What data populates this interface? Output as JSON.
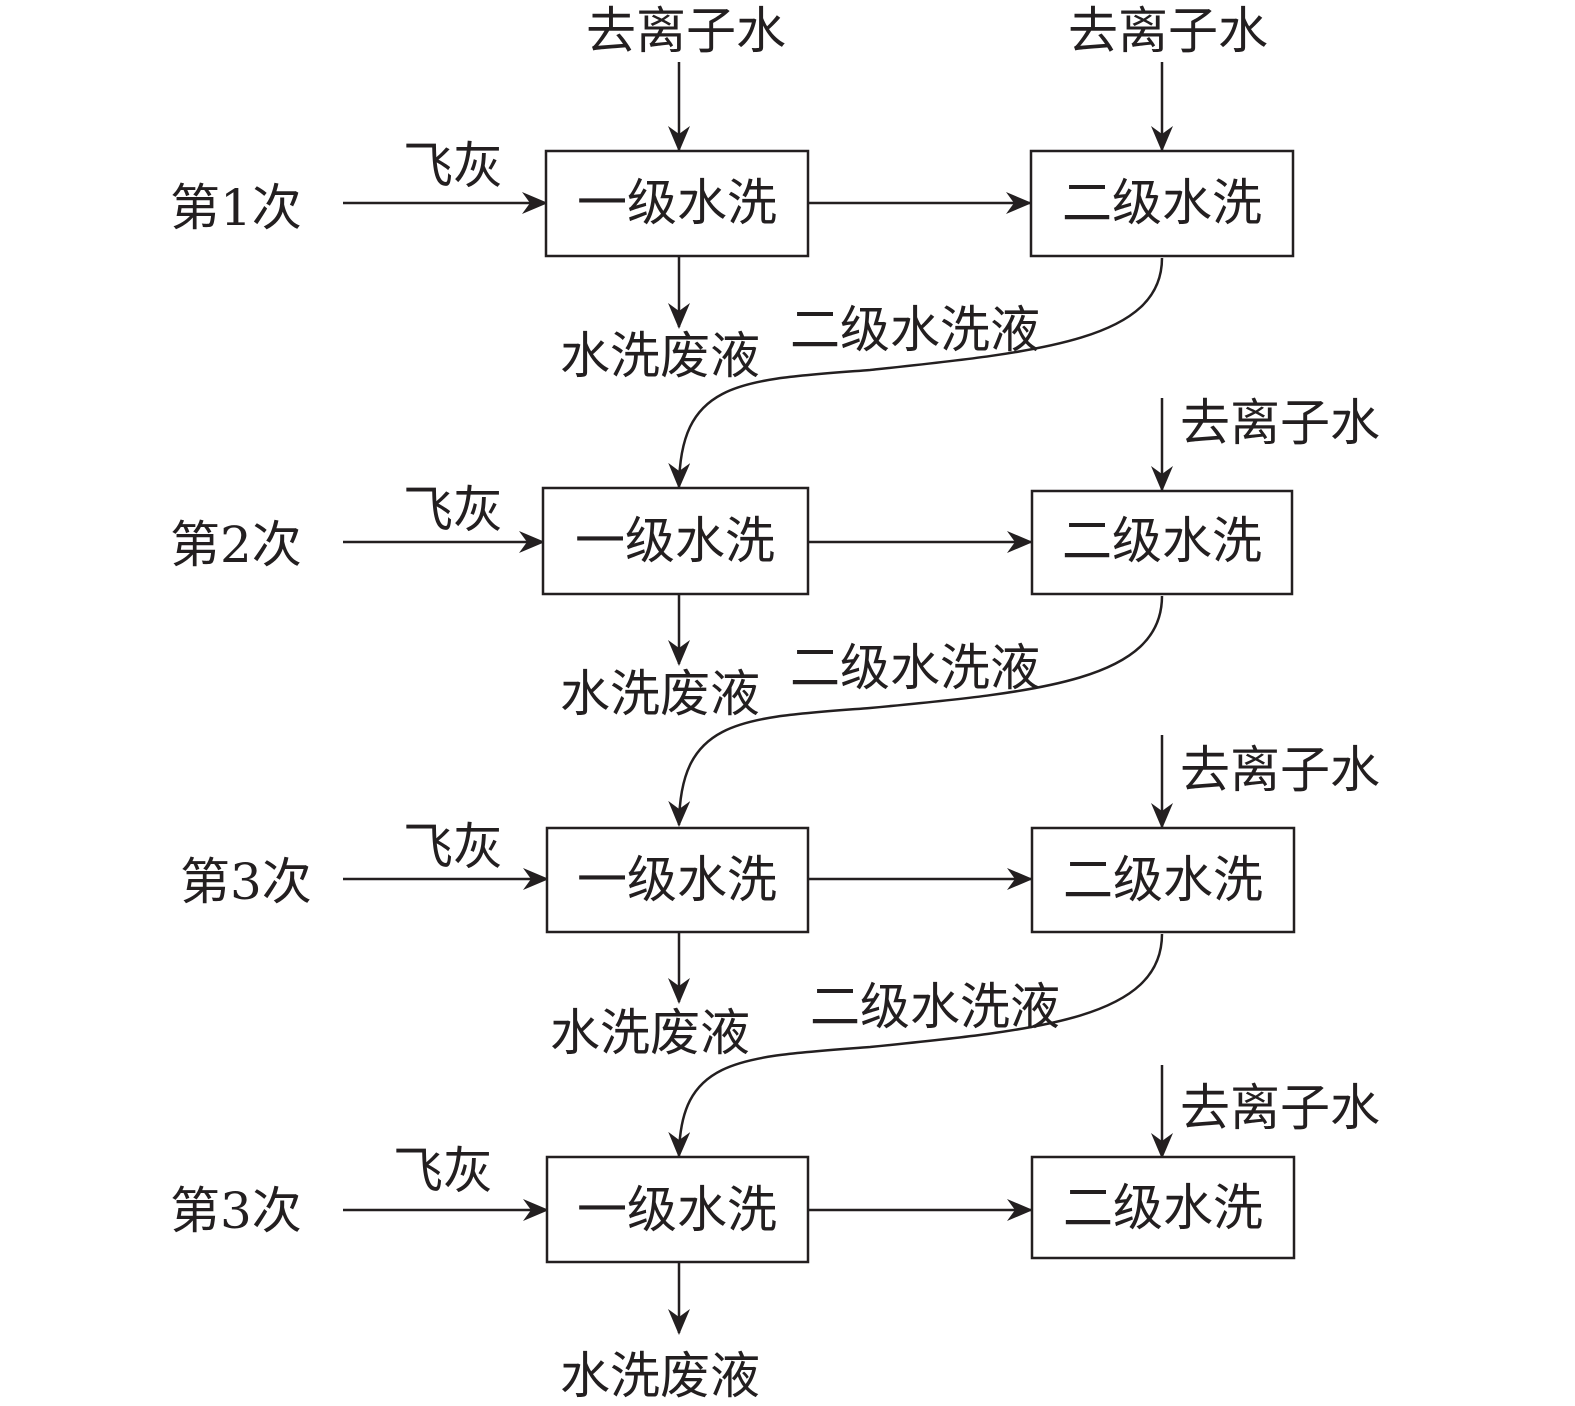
{
  "stages": [
    {
      "round_label": "第1次",
      "feed_label": "飞灰",
      "stage1_label": "一级水洗",
      "stage2_label": "二级水洗",
      "stage1_water": "去离子水",
      "stage2_water": "去离子水",
      "waste_label": "水洗废液",
      "recycle_label": "二级水洗液"
    },
    {
      "round_label": "第2次",
      "feed_label": "飞灰",
      "stage1_label": "一级水洗",
      "stage2_label": "二级水洗",
      "stage2_water": "去离子水",
      "waste_label": "水洗废液",
      "recycle_label": "二级水洗液"
    },
    {
      "round_label": "第3次",
      "feed_label": "飞灰",
      "stage1_label": "一级水洗",
      "stage2_label": "二级水洗",
      "stage2_water": "去离子水",
      "waste_label": "水洗废液",
      "recycle_label": "二级水洗液"
    },
    {
      "round_label": "第3次",
      "feed_label": "飞灰",
      "stage1_label": "一级水洗",
      "stage2_label": "二级水洗",
      "stage2_water": "去离子水",
      "waste_label": "水洗废液"
    }
  ]
}
